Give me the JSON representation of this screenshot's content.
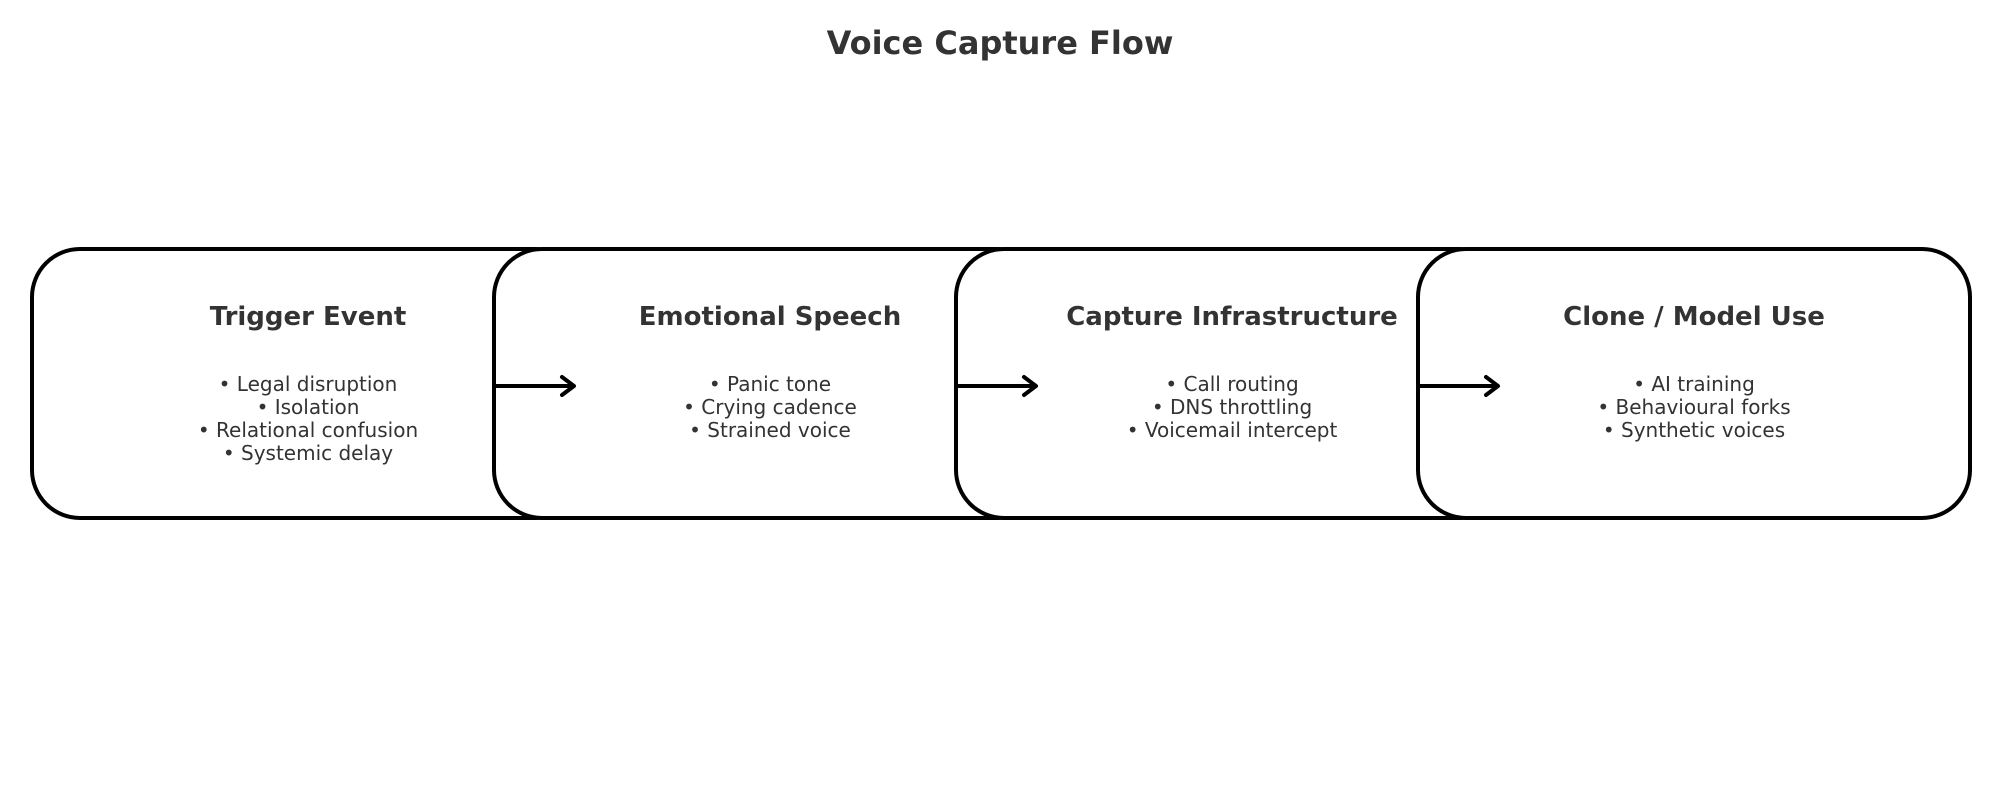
{
  "title": "Voice Capture Flow",
  "colors": {
    "border": "#000000",
    "text": "#333333",
    "background": "#ffffff"
  },
  "nodes": [
    {
      "title": "Trigger Event",
      "items": [
        "• Legal disruption",
        "• Isolation",
        "• Relational confusion",
        "• Systemic delay"
      ]
    },
    {
      "title": "Emotional Speech",
      "items": [
        "• Panic tone",
        "• Crying cadence",
        "• Strained voice"
      ]
    },
    {
      "title": "Capture Infrastructure",
      "items": [
        "• Call routing",
        "• DNS throttling",
        "• Voicemail intercept"
      ]
    },
    {
      "title": "Clone / Model Use",
      "items": [
        "• AI training",
        "• Behavioural forks",
        "• Synthetic voices"
      ]
    }
  ],
  "edges": [
    {
      "from": "Trigger Event",
      "to": "Emotional Speech"
    },
    {
      "from": "Emotional Speech",
      "to": "Capture Infrastructure"
    },
    {
      "from": "Capture Infrastructure",
      "to": "Clone / Model Use"
    }
  ]
}
